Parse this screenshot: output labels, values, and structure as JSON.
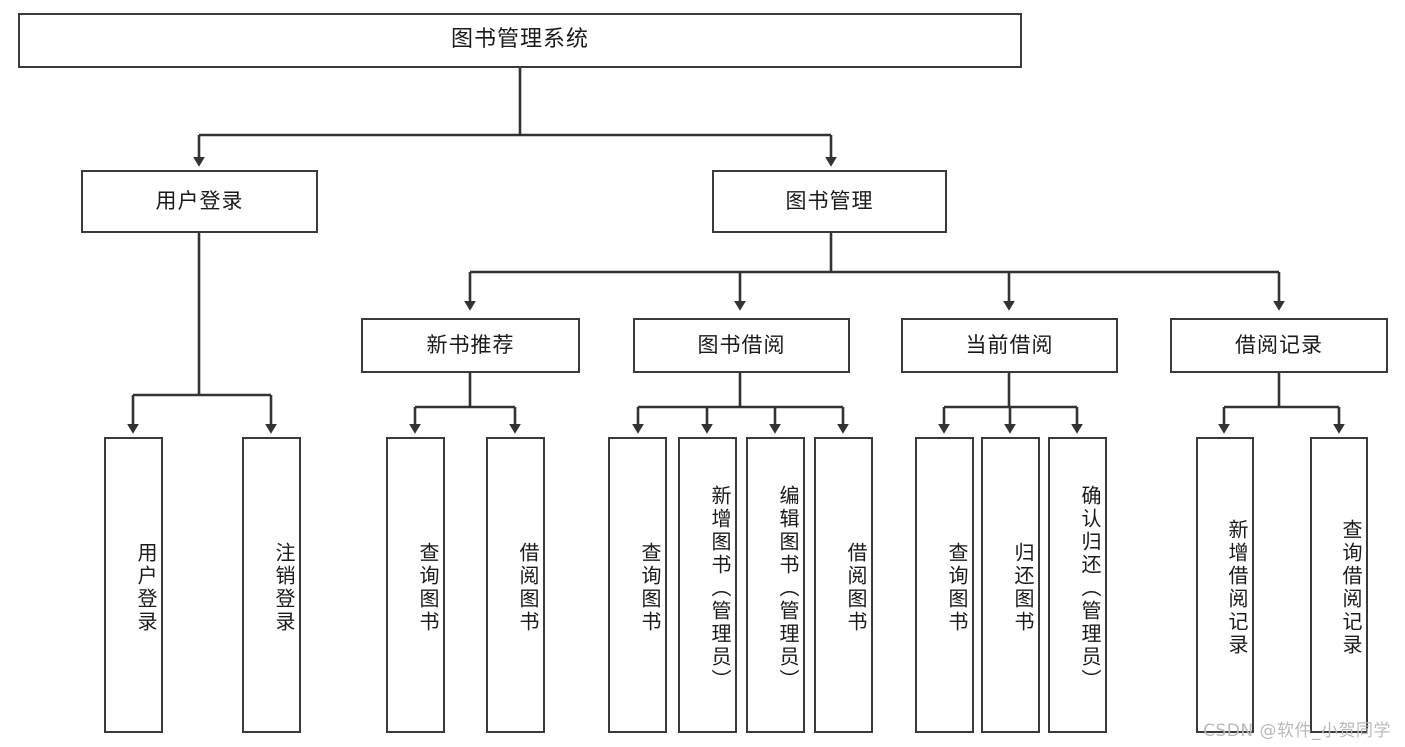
{
  "diagram": {
    "title": "图书管理系统",
    "type": "tree",
    "orientation": "top-down",
    "style": {
      "box_fill": "#ffffff",
      "box_stroke": "#3a3a3a",
      "connector_stroke": "#333333",
      "text_color": "#1a1a1a",
      "background": "#ffffff",
      "watermark_color": "#b9b9b9"
    },
    "root": {
      "label": "图书管理系统"
    },
    "level2": [
      {
        "label": "用户登录"
      },
      {
        "label": "图书管理"
      }
    ],
    "level3": [
      {
        "label": "新书推荐"
      },
      {
        "label": "图书借阅"
      },
      {
        "label": "当前借阅"
      },
      {
        "label": "借阅记录"
      }
    ],
    "leaves": {
      "user_login": [
        {
          "label": "用户登录"
        },
        {
          "label": "注销登录"
        }
      ],
      "new_book": [
        {
          "label": "查询图书"
        },
        {
          "label": "借阅图书"
        }
      ],
      "book_borrow": [
        {
          "label": "查询图书"
        },
        {
          "label": "新增图书（管理员）"
        },
        {
          "label": "编辑图书（管理员）"
        },
        {
          "label": "借阅图书"
        }
      ],
      "current_borrow": [
        {
          "label": "查询图书"
        },
        {
          "label": "归还图书"
        },
        {
          "label": "确认归还（管理员）"
        }
      ],
      "borrow_record": [
        {
          "label": "新增借阅记录"
        },
        {
          "label": "查询借阅记录"
        }
      ]
    }
  },
  "watermark": {
    "text": "CSDN @软件_小贺同学"
  }
}
